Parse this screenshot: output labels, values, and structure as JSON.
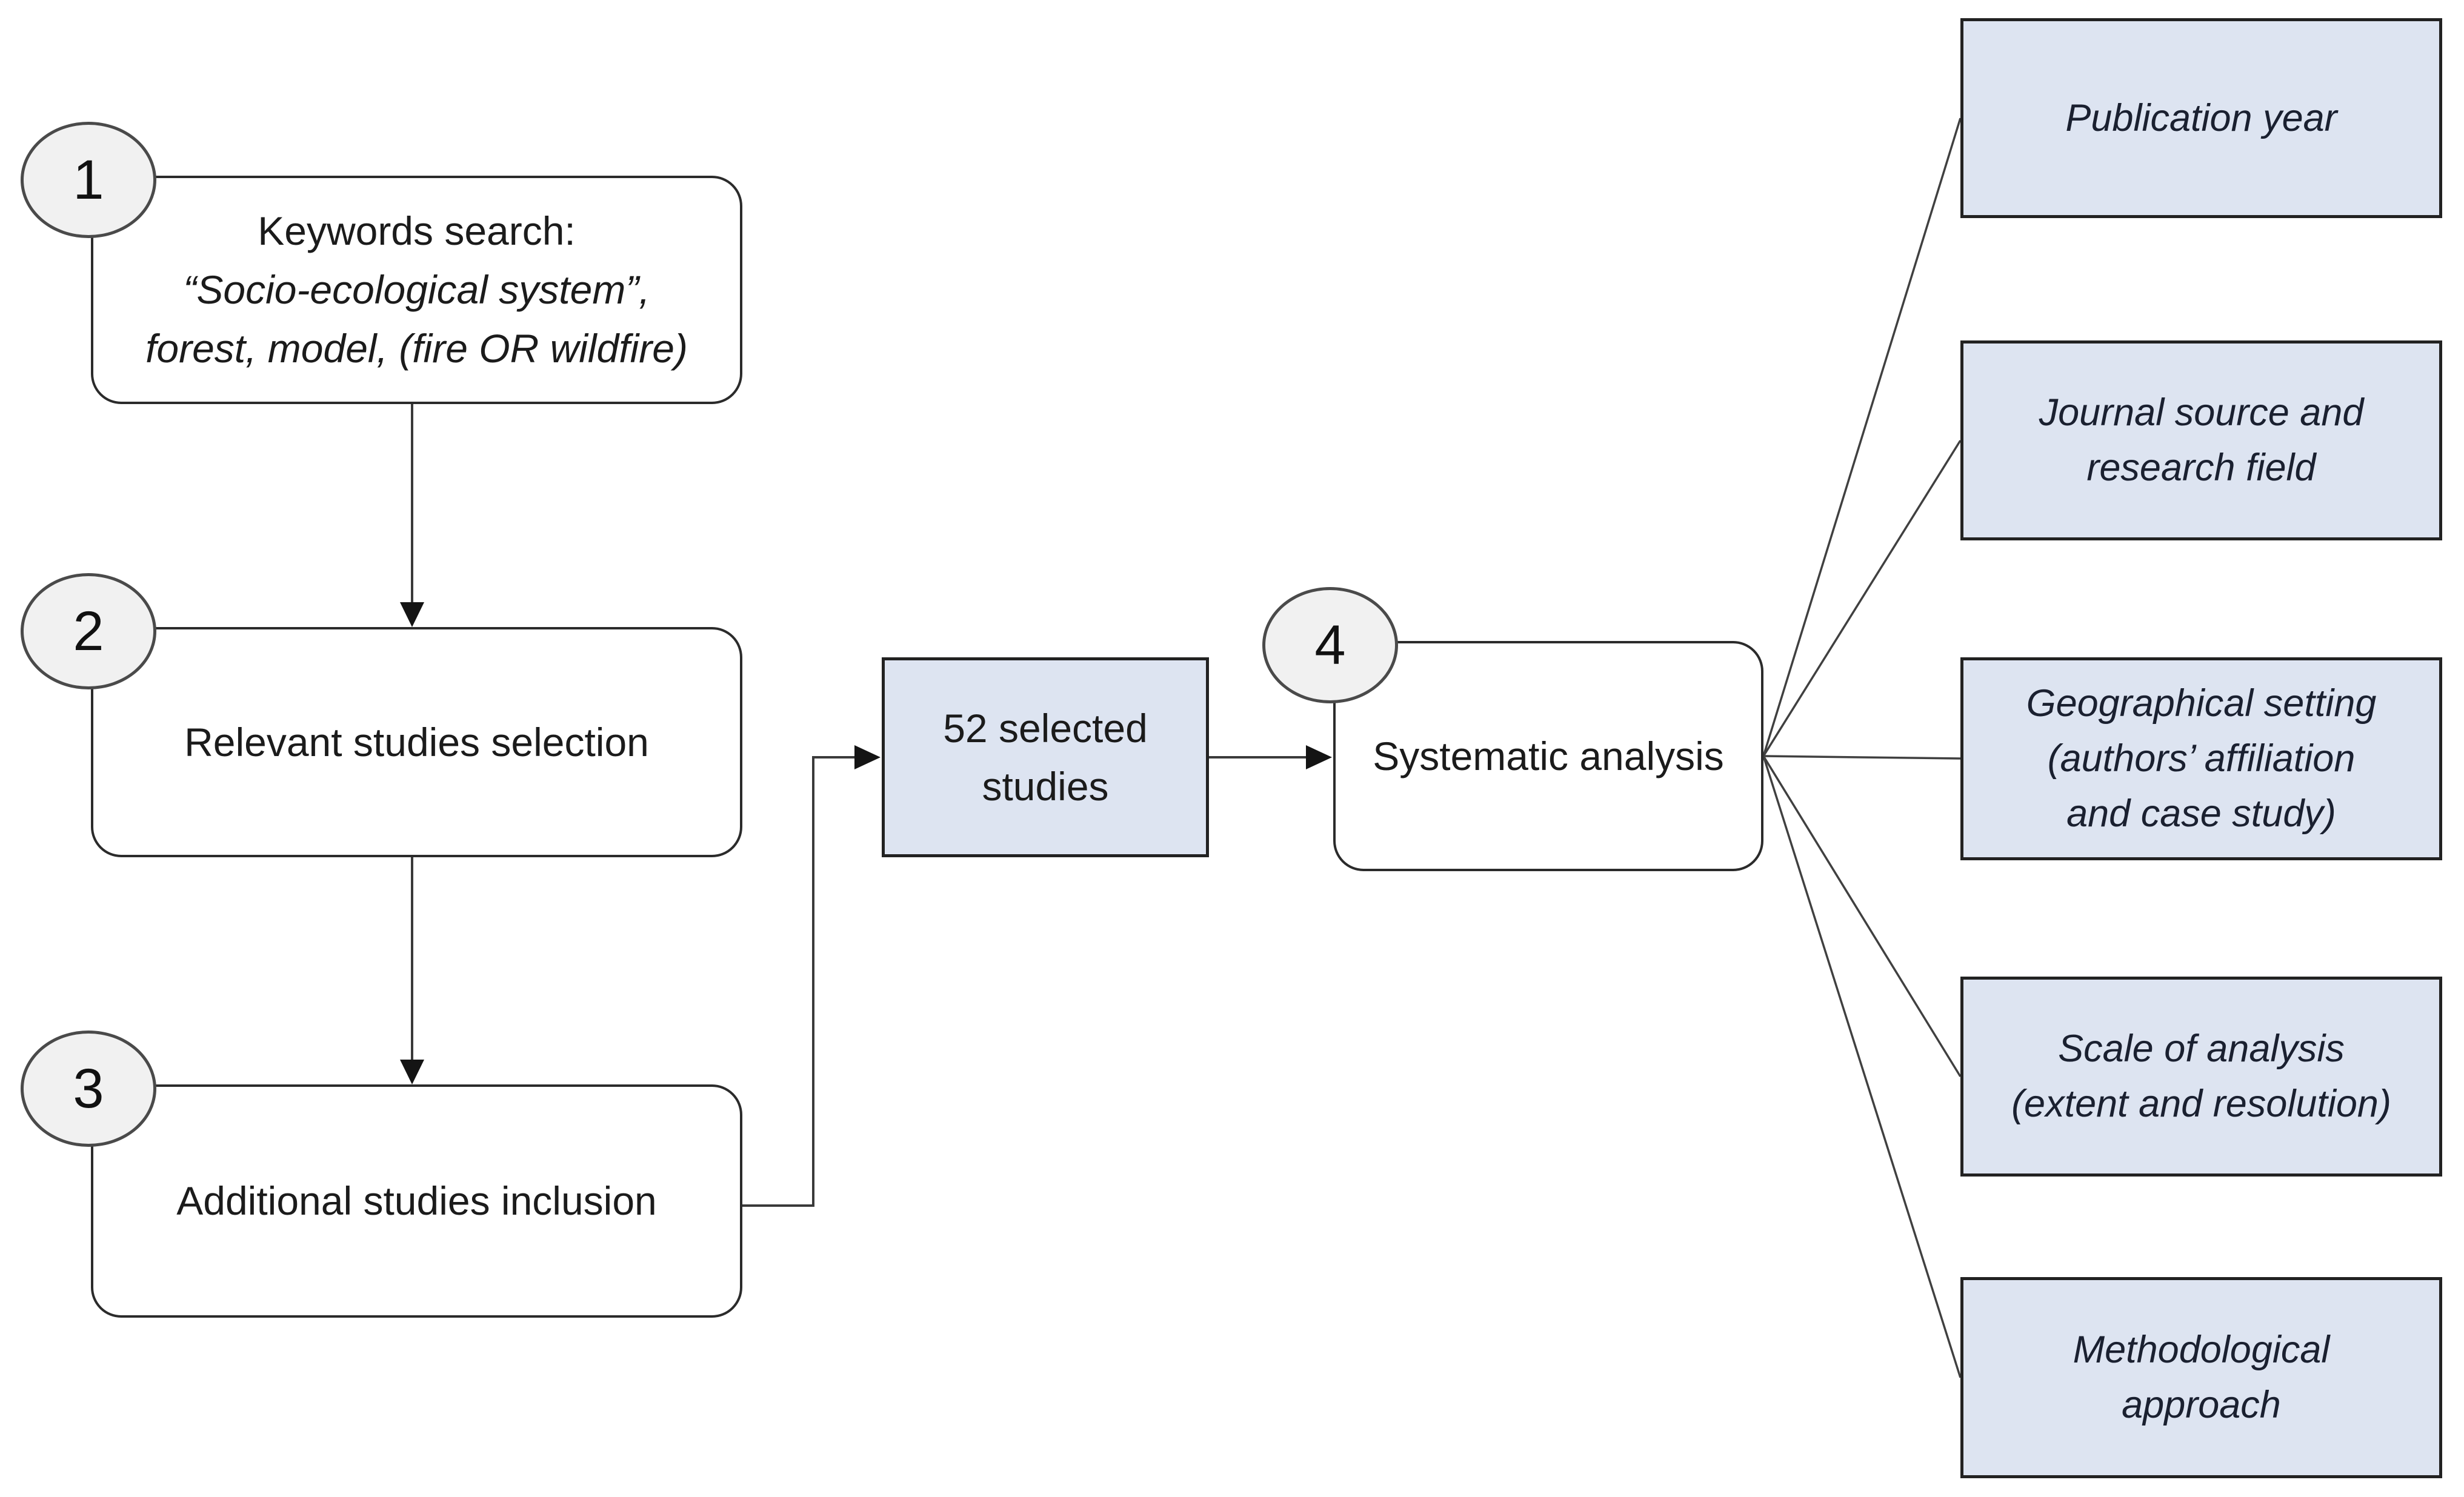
{
  "flow": {
    "step1": {
      "number": "1",
      "line1": "Keywords search:",
      "line2": "“Socio-ecological system”,",
      "line3": "forest, model, (fire OR wildfire)"
    },
    "step2": {
      "number": "2",
      "label": "Relevant studies selection"
    },
    "step3": {
      "number": "3",
      "label": "Additional studies inclusion"
    },
    "selected": {
      "line1": "52 selected",
      "line2": "studies"
    },
    "step4": {
      "number": "4",
      "label": "Systematic analysis"
    }
  },
  "right_column": {
    "boxes": [
      {
        "name": "publication-year",
        "lines": [
          "Publication year"
        ]
      },
      {
        "name": "journal-source",
        "lines": [
          "Journal source and",
          "research field"
        ]
      },
      {
        "name": "geographical-setting",
        "lines": [
          "Geographical setting",
          "(authors’ affiliation",
          "and case study)"
        ]
      },
      {
        "name": "scale-of-analysis",
        "lines": [
          "Scale of analysis",
          "(extent and resolution)"
        ]
      },
      {
        "name": "methodological-approach",
        "lines": [
          "Methodological",
          "approach"
        ]
      }
    ]
  },
  "colors": {
    "bg": "#ffffff",
    "box_fill_blue": "#dde4f1",
    "circle_fill": "#f1f1f1",
    "border_dark": "#222222",
    "rounded_border": "#2b2b2b",
    "line_color": "#3a3a3a",
    "text_color": "#1b1b1b",
    "right_text_color": "#1a2030"
  }
}
